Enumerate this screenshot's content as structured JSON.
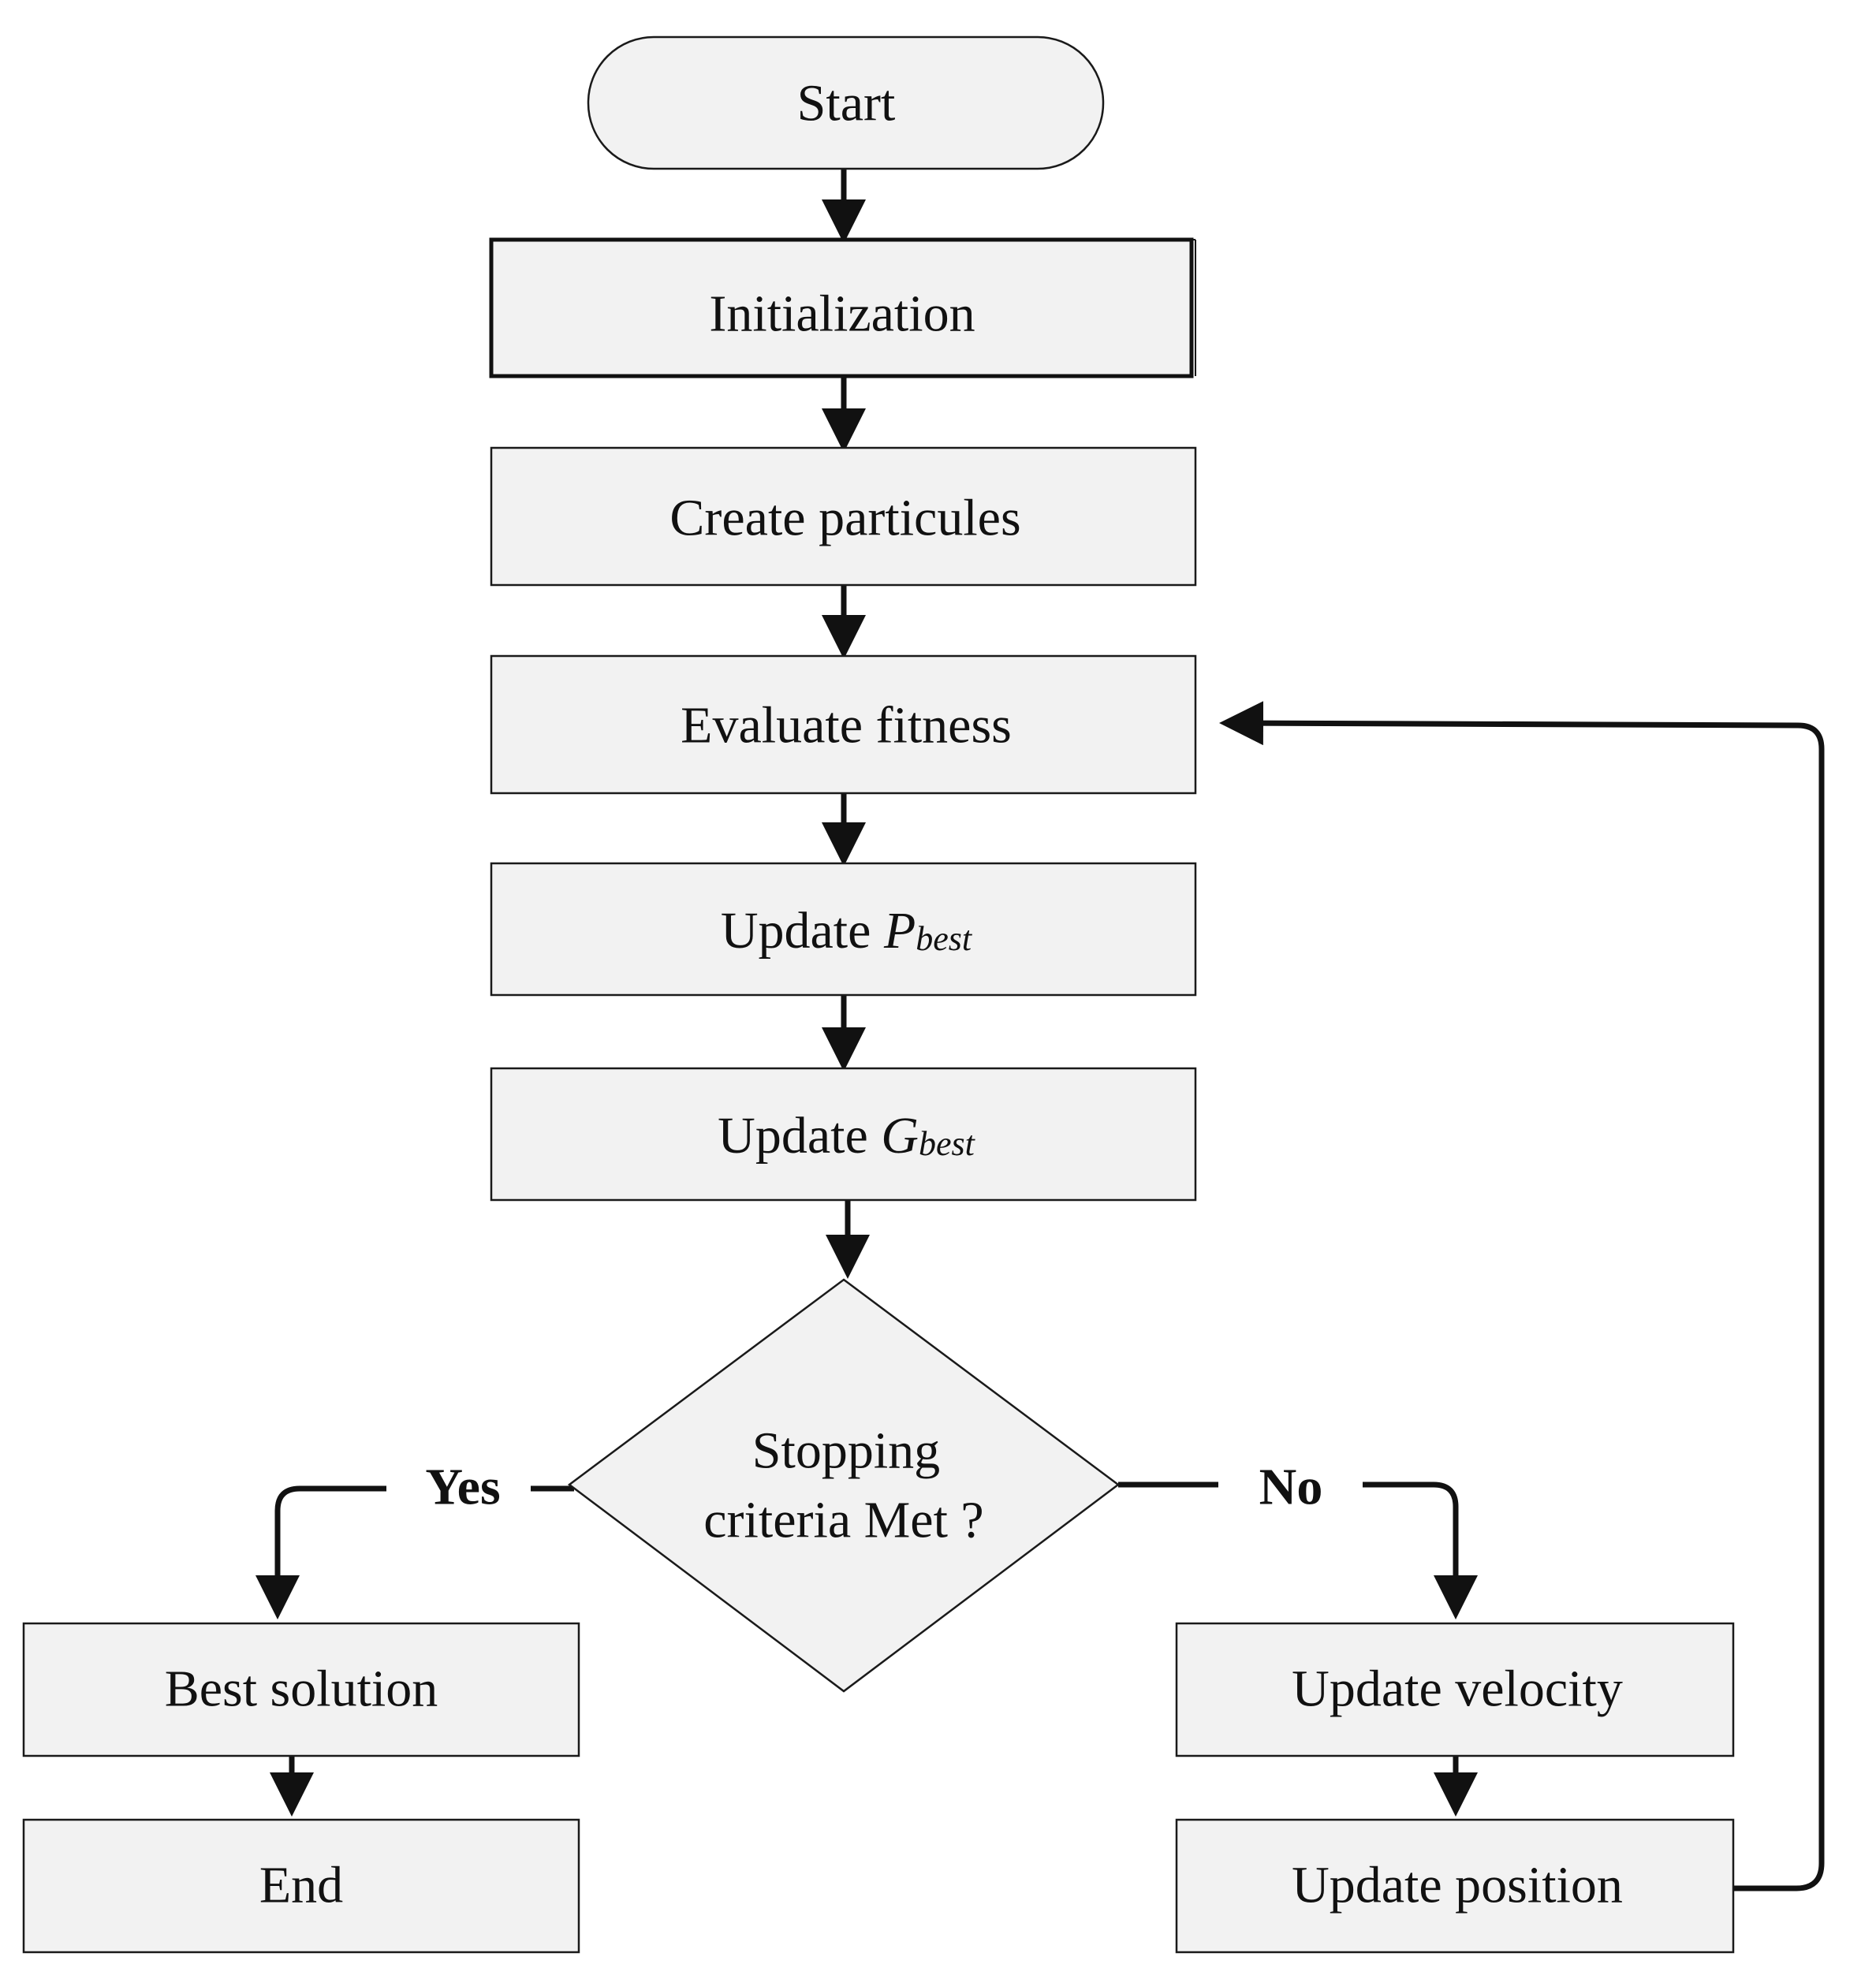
{
  "nodes": {
    "start": "Start",
    "init": "Initialization",
    "create": "Create particules",
    "evaluate": "Evaluate fitness",
    "pbest": {
      "prefix": "Update ",
      "var": "P",
      "sub": "best"
    },
    "gbest": {
      "prefix": "Update ",
      "var": "G",
      "sub": "best"
    },
    "decision": {
      "line1": "Stopping",
      "line2": "criteria Met ?"
    },
    "best_solution": "Best solution",
    "end": "End",
    "velocity": "Update velocity",
    "position": "Update position"
  },
  "edges": {
    "yes_label": "Yes",
    "no_label": "No"
  },
  "colors": {
    "box_fill": "#f2f2f2",
    "stroke": "#111111"
  }
}
